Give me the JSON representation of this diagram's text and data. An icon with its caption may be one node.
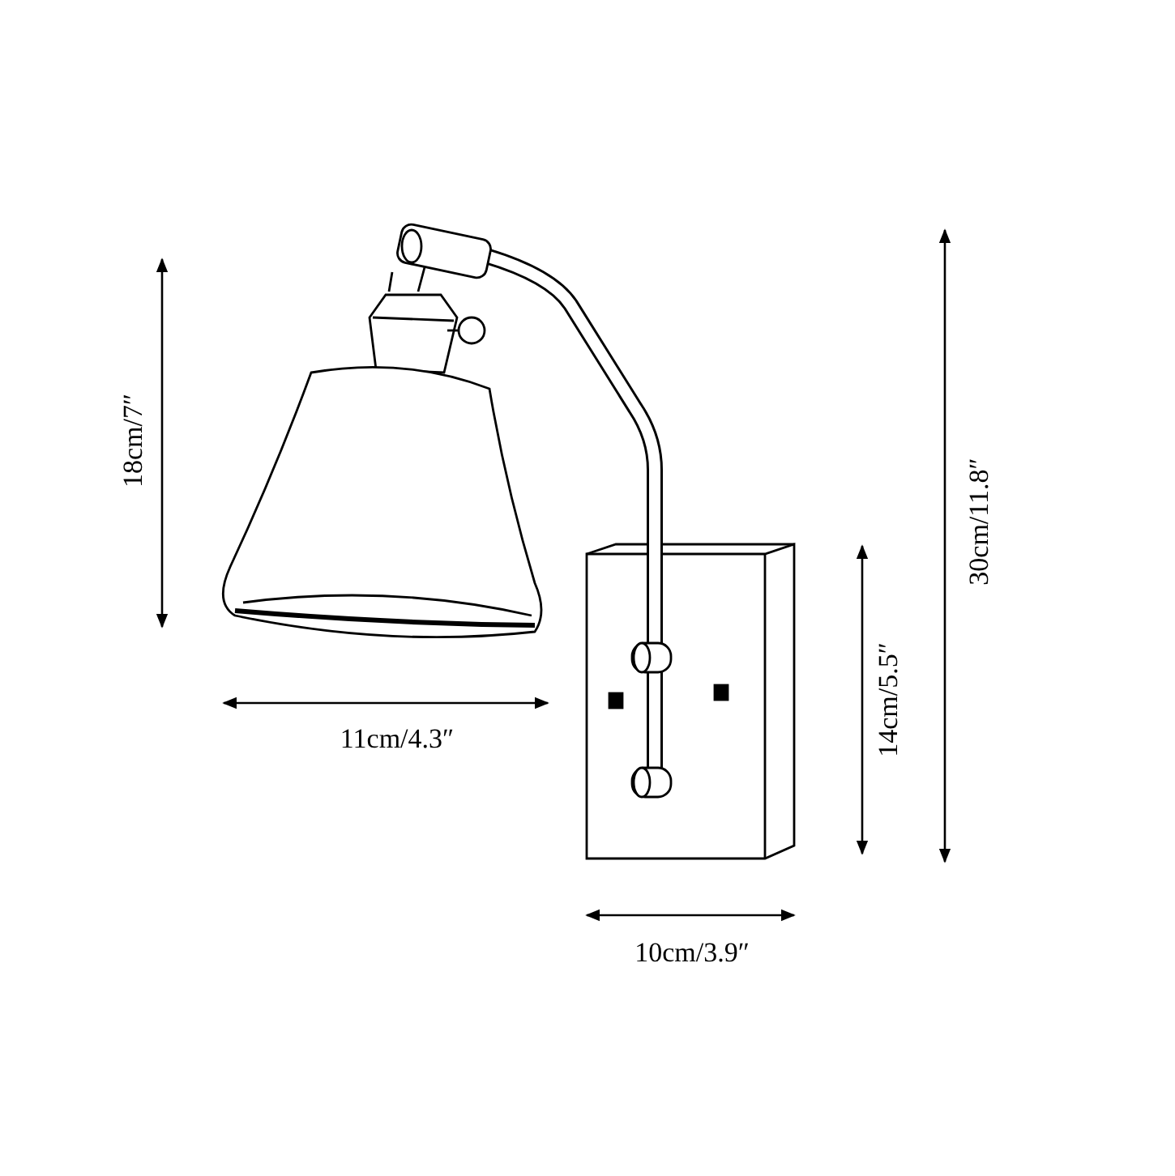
{
  "diagram": {
    "labels": [
      "18cm/7″",
      "11cm/4.3″",
      "14cm/5.5″",
      "30cm/11.8″",
      "10cm/3.9″"
    ]
  }
}
